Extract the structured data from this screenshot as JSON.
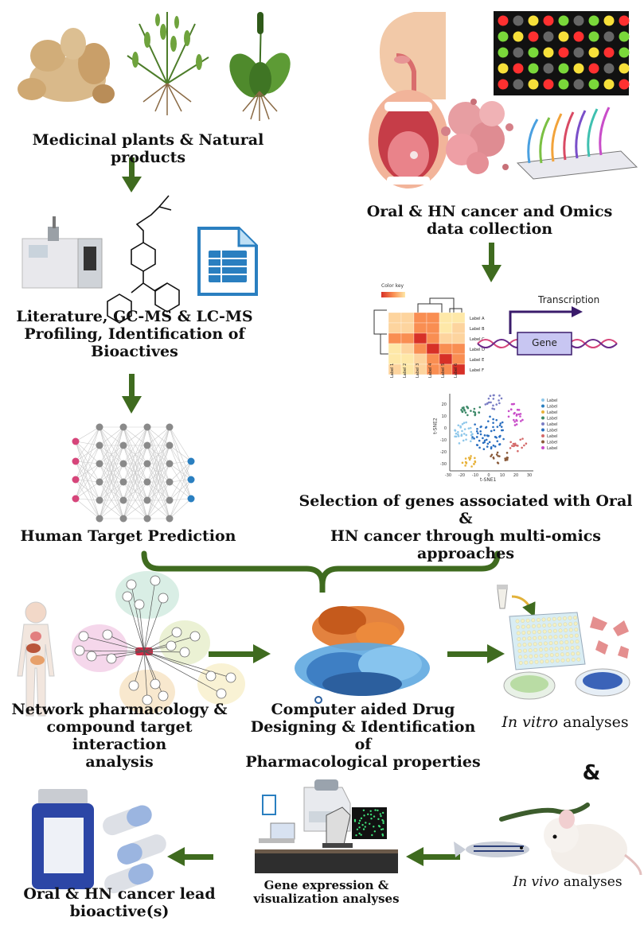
{
  "colors": {
    "arrow_green": "#3f6b1f",
    "heat_dark": "#d73027",
    "heat_mid": "#f98e52",
    "heat_light": "#fee8a8",
    "gene_box": "#c8c6f2",
    "gene_arrow": "#3a1b6b",
    "node_pink": "#d6457a",
    "node_gray": "#8a8a8a",
    "node_blue": "#2a7fc0"
  },
  "icons": [
    "ginger-root-icon",
    "herb-plant-icon",
    "plantain-plant-icon",
    "head-profile-icon",
    "microarray-icon",
    "open-mouth-icon",
    "cancer-cells-icon",
    "dna-strands-slide-icon",
    "gc-ms-instrument-icon",
    "molecule-structure-icon",
    "spreadsheet-file-icon",
    "neural-network-icon",
    "heatmap-icon",
    "transcription-icon",
    "tsne-plot-icon",
    "human-body-icon",
    "network-graph-icon",
    "protein-structure-icon",
    "microplate-icon",
    "pipette-tube-icon",
    "cells-icon",
    "petri-dish-icon",
    "zebrafish-icon",
    "mouse-icon",
    "worm-icon",
    "microscope-workstation-icon",
    "pcr-machine-icon",
    "pill-bottle-icon",
    "capsule-icon"
  ],
  "labels": {
    "medicinal_plants": "Medicinal plants & Natural products",
    "oral_hn_line1": "Oral & HN cancer and Omics",
    "oral_hn_line2": "data collection",
    "literature_line1": "Literature, GC-MS & LC-MS",
    "literature_line2": "Profiling,  Identification of",
    "literature_line3": "Bioactives",
    "human_target": "Human Target Prediction",
    "selection_line1": "Selection of genes associated with Oral &",
    "selection_line2": "HN cancer through multi-omics",
    "selection_line3": "approaches",
    "network_line1": "Network pharmacology &",
    "network_line2": "compound target interaction",
    "network_line3": "analysis",
    "cadd_line1": "Computer aided Drug",
    "cadd_line2": "Designing & Identification of",
    "cadd_line3": "Pharmacological properties",
    "in_vitro_italic": "In vitro",
    "in_vitro_rest": " analyses",
    "ampersand": "&",
    "in_vivo_italic": "In vivo",
    "in_vivo_rest": "  analyses",
    "gene_expr_line1": "Gene expression &",
    "gene_expr_line2": "visualization analyses",
    "lead_line1": "Oral & HN cancer lead",
    "lead_line2": "bioactive(s)"
  },
  "heatmap": {
    "color_key": "Color key",
    "row_labels": [
      "Label A",
      "Label B",
      "Label C",
      "Label D",
      "Label E",
      "Label F"
    ],
    "col_labels": [
      "Label 1",
      "Label 2",
      "Label 3",
      "Label 4",
      "Label 5",
      "Label 6"
    ]
  },
  "transcription": {
    "title": "Transcription",
    "gene": "Gene"
  },
  "tsne": {
    "xlabel": "t-SNE1",
    "ylabel": "t-SNE2",
    "x_ticks": [
      "-30",
      "-20",
      "-10",
      "0",
      "10",
      "20",
      "30"
    ],
    "y_ticks": [
      "20",
      "10",
      "0",
      "-10",
      "-20",
      "-30"
    ],
    "legend": [
      "Label",
      "Label",
      "Label",
      "Label",
      "Label",
      "Label",
      "Label",
      "Label",
      "Label"
    ]
  }
}
